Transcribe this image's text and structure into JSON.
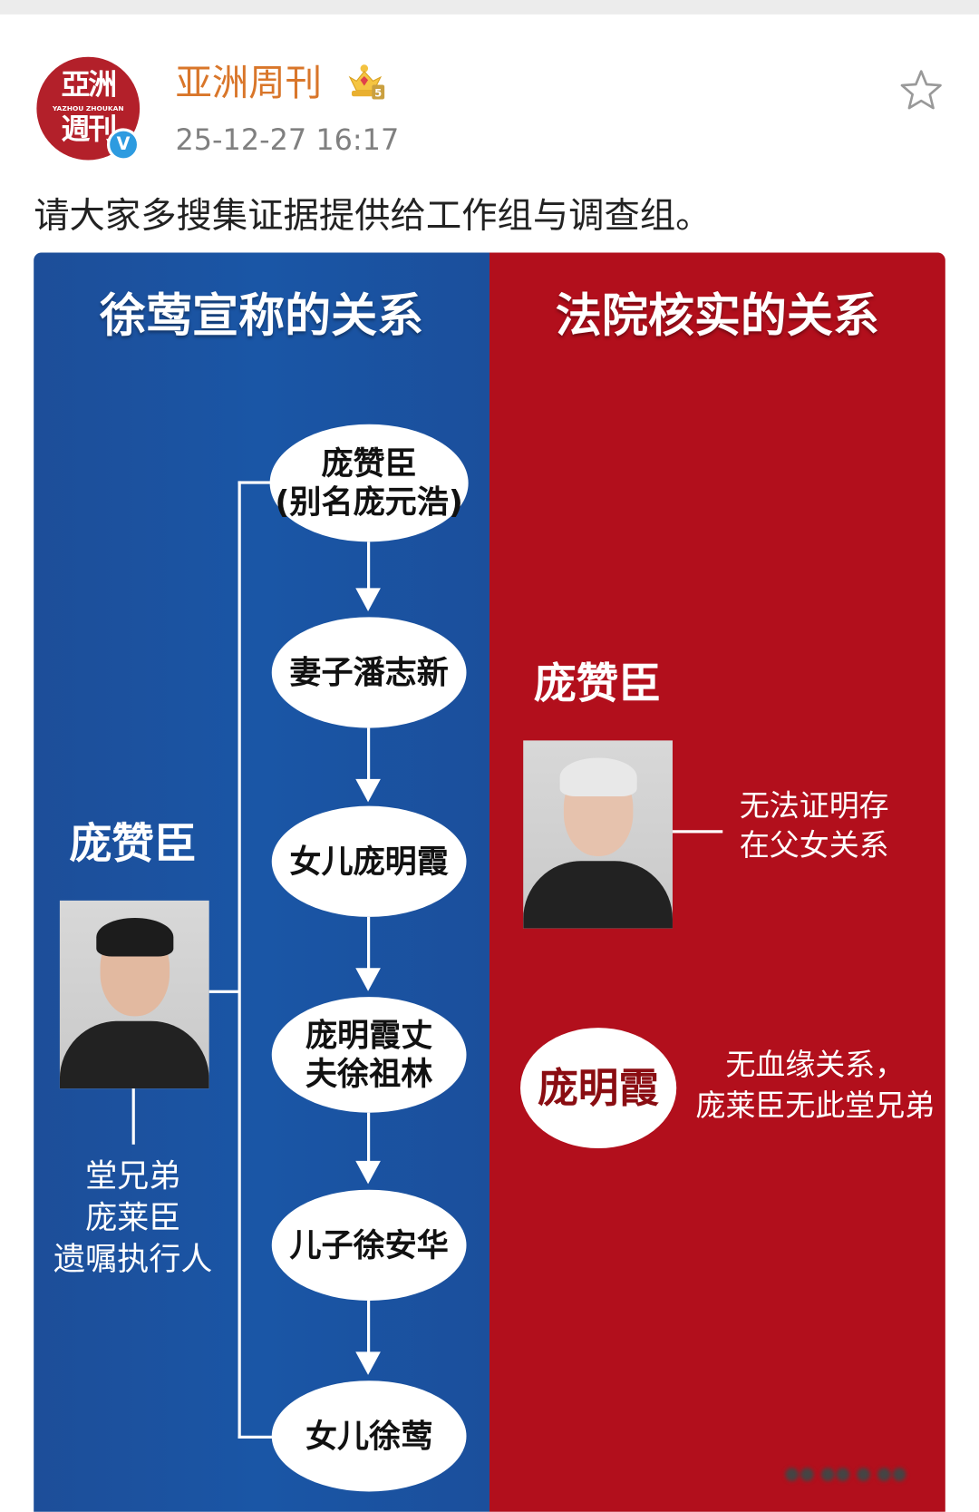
{
  "post": {
    "author": "亚洲周刊",
    "avatar_text": {
      "line1": "亞洲",
      "line2": "YAZHOU ZHOUKAN",
      "line3": "週刊"
    },
    "level_badge": "5",
    "timestamp": "25-12-27 16:17",
    "text": "请大家多搜集证据提供给工作组与调查组。",
    "icons": [
      "verified-v-icon",
      "crown-level-icon",
      "star-favorite-icon"
    ]
  },
  "infographic": {
    "left": {
      "title": "徐莺宣称的关系",
      "person": "庞赞臣",
      "chain": [
        [
          "庞赞臣",
          "(别名庞元浩)"
        ],
        [
          "妻子潘志新"
        ],
        [
          "女儿庞明霞"
        ],
        [
          "庞明霞丈",
          "夫徐祖林"
        ],
        [
          "儿子徐安华"
        ],
        [
          "女儿徐莺"
        ]
      ],
      "note": [
        "堂兄弟",
        "庞莱臣",
        "遗嘱执行人"
      ]
    },
    "right": {
      "title": "法院核实的关系",
      "person": "庞赞臣",
      "person_note": [
        "无法证明存",
        "在父女关系"
      ],
      "daughter": "庞明霞",
      "daughter_note": [
        "无血缘关系，",
        "庞莱臣无此堂兄弟"
      ]
    },
    "colors": {
      "left": "#1b4f9c",
      "right": "#b20f1c",
      "author": "#d9762a"
    }
  }
}
